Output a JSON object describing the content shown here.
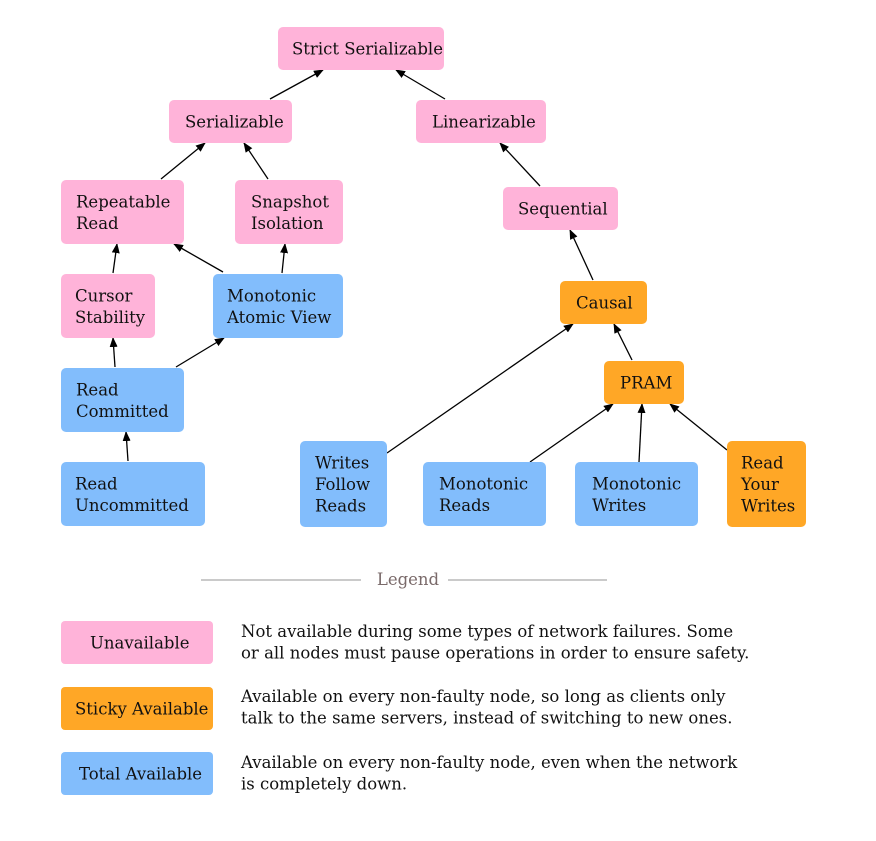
{
  "colors": {
    "unavailable": "#ffb3d9",
    "sticky": "#ffa726",
    "total": "#82bdfc"
  },
  "nodes": [
    {
      "id": "strict-serializable",
      "lines": [
        "Strict Serializable"
      ],
      "kind": "unavailable"
    },
    {
      "id": "serializable",
      "lines": [
        "Serializable"
      ],
      "kind": "unavailable"
    },
    {
      "id": "linearizable",
      "lines": [
        "Linearizable"
      ],
      "kind": "unavailable"
    },
    {
      "id": "repeatable-read",
      "lines": [
        "Repeatable",
        "Read"
      ],
      "kind": "unavailable"
    },
    {
      "id": "snapshot-isolation",
      "lines": [
        "Snapshot",
        "Isolation"
      ],
      "kind": "unavailable"
    },
    {
      "id": "sequential",
      "lines": [
        "Sequential"
      ],
      "kind": "unavailable"
    },
    {
      "id": "cursor-stability",
      "lines": [
        "Cursor",
        "Stability"
      ],
      "kind": "unavailable"
    },
    {
      "id": "monotonic-atomic-view",
      "lines": [
        "Monotonic",
        "Atomic View"
      ],
      "kind": "total"
    },
    {
      "id": "causal",
      "lines": [
        "Causal"
      ],
      "kind": "sticky"
    },
    {
      "id": "read-committed",
      "lines": [
        "Read",
        "Committed"
      ],
      "kind": "total"
    },
    {
      "id": "pram",
      "lines": [
        "PRAM"
      ],
      "kind": "sticky"
    },
    {
      "id": "read-uncommitted",
      "lines": [
        "Read",
        "Uncommitted"
      ],
      "kind": "total"
    },
    {
      "id": "writes-follow-reads",
      "lines": [
        "Writes",
        "Follow",
        "Reads"
      ],
      "kind": "total"
    },
    {
      "id": "monotonic-reads",
      "lines": [
        "Monotonic",
        "Reads"
      ],
      "kind": "total"
    },
    {
      "id": "monotonic-writes",
      "lines": [
        "Monotonic",
        "Writes"
      ],
      "kind": "total"
    },
    {
      "id": "read-your-writes",
      "lines": [
        "Read",
        "Your",
        "Writes"
      ],
      "kind": "sticky"
    }
  ],
  "edges": [
    {
      "from": "serializable",
      "to": "strict-serializable"
    },
    {
      "from": "linearizable",
      "to": "strict-serializable"
    },
    {
      "from": "repeatable-read",
      "to": "serializable"
    },
    {
      "from": "snapshot-isolation",
      "to": "serializable"
    },
    {
      "from": "sequential",
      "to": "linearizable"
    },
    {
      "from": "cursor-stability",
      "to": "repeatable-read"
    },
    {
      "from": "monotonic-atomic-view",
      "to": "repeatable-read"
    },
    {
      "from": "monotonic-atomic-view",
      "to": "snapshot-isolation"
    },
    {
      "from": "causal",
      "to": "sequential"
    },
    {
      "from": "read-committed",
      "to": "cursor-stability"
    },
    {
      "from": "read-committed",
      "to": "monotonic-atomic-view"
    },
    {
      "from": "pram",
      "to": "causal"
    },
    {
      "from": "read-uncommitted",
      "to": "read-committed"
    },
    {
      "from": "writes-follow-reads",
      "to": "causal"
    },
    {
      "from": "monotonic-reads",
      "to": "pram"
    },
    {
      "from": "monotonic-writes",
      "to": "pram"
    },
    {
      "from": "read-your-writes",
      "to": "pram"
    }
  ],
  "legend": {
    "title": "Legend",
    "items": [
      {
        "kind": "unavailable",
        "label": "Unavailable",
        "description": [
          "Not available during some types of network failures. Some",
          "or all nodes must pause operations in order to ensure safety."
        ]
      },
      {
        "kind": "sticky",
        "label": "Sticky Available",
        "description": [
          "Available on every non-faulty node, so long as clients only",
          "talk to the same servers, instead of switching to new ones."
        ]
      },
      {
        "kind": "total",
        "label": "Total Available",
        "description": [
          "Available on every non-faulty node, even when the network",
          "is completely down."
        ]
      }
    ]
  }
}
